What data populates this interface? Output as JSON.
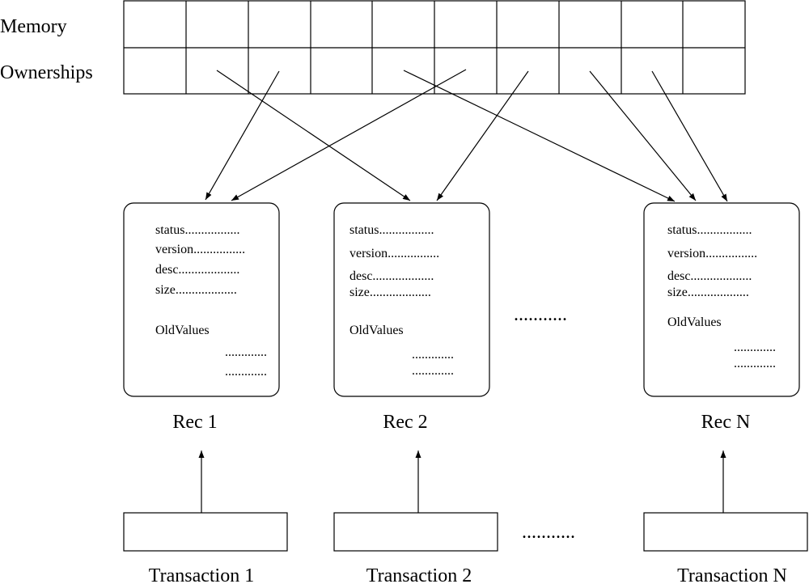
{
  "labels": {
    "memory": "Memory",
    "ownerships": "Ownerships",
    "ellipsis_records": "...........",
    "ellipsis_transactions": "..........."
  },
  "records": [
    {
      "title": "Rec 1",
      "fields": [
        "status.................",
        "version................",
        "desc...................",
        "size..................."
      ],
      "old_values_label": "OldValues",
      "old_values": [
        ".............",
        "............."
      ]
    },
    {
      "title": "Rec 2",
      "fields": [
        "status.................",
        "version................",
        "desc...................",
        "size..................."
      ],
      "old_values_label": "OldValues",
      "old_values": [
        ".............",
        "............."
      ]
    },
    {
      "title": "Rec N",
      "fields": [
        "status.................",
        "version................",
        "desc...................",
        "size..................."
      ],
      "old_values_label": "OldValues",
      "old_values": [
        ".............",
        "............."
      ]
    }
  ],
  "transactions": [
    "Transaction 1",
    "Transaction 2",
    "Transaction N"
  ]
}
